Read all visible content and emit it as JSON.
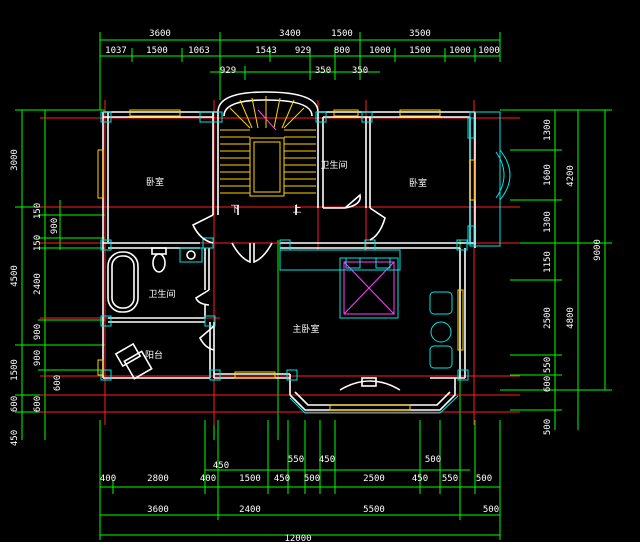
{
  "top_dims": {
    "row1": [
      "3600",
      "3400",
      "1500",
      "3500"
    ],
    "row2": [
      "1037",
      "1500",
      "1063",
      "1543",
      "929",
      "800",
      "1000",
      "1500",
      "1000",
      "1000"
    ],
    "row3": [
      "929",
      "350",
      "350"
    ]
  },
  "bottom_dims": {
    "row0": [
      "450",
      "550",
      "450",
      "500"
    ],
    "row1": [
      "400",
      "2800",
      "400",
      "1500",
      "450",
      "500",
      "2500",
      "450",
      "550",
      "500"
    ],
    "row2": [
      "3600",
      "2400",
      "5500",
      "500"
    ],
    "total": "12000"
  },
  "left_dims": {
    "outer": [
      "3000",
      "4500",
      "1500",
      "600",
      "450"
    ],
    "inner": [
      "150",
      "900",
      "150",
      "2400",
      "900",
      "900",
      "600",
      "600"
    ]
  },
  "right_dims": {
    "inner": [
      "1300",
      "1600",
      "1300",
      "1150",
      "2500",
      "550",
      "600",
      "500"
    ],
    "mid": [
      "4200",
      "4800"
    ],
    "total": "9000"
  },
  "rooms": {
    "bedroom_left": "卧室",
    "bedroom_right": "卧室",
    "bathroom_top": "卫生间",
    "bathroom_left": "卫生间",
    "master_bedroom": "主卧室",
    "balcony": "阳台"
  },
  "stair_labels": {
    "down": "下",
    "up": "上"
  }
}
